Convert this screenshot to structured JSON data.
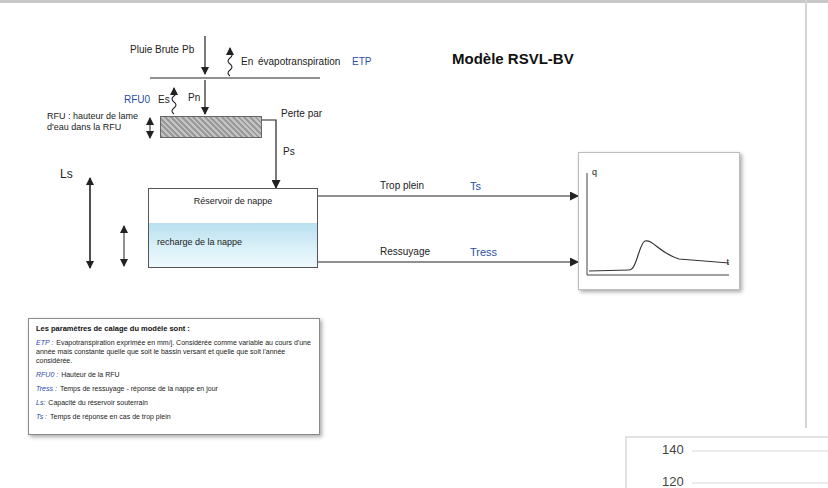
{
  "diagram": {
    "title": "Modèle RSVL-BV",
    "nodes": [
      {
        "text": [
          "RFU : hauteur de lame d'eau dans la RFU"
        ]
      },
      {
        "text": [
          "Réservoir de nappe",
          "recharge de la nappe"
        ]
      },
      {
        "text": [
          "q",
          "t"
        ]
      },
      {
        "text": [
          "Les paramètres de calage du modèle sont :",
          "ETP :",
          "Evapotranspiration exprimée en mm/j. Considérée comme variable au cours d'une année mais constante quelle que soit le bassin versant et quelle que soit l'année considérée.",
          "RFU0 :",
          "Hauteur de la RFU",
          "Tress :",
          "Temps de ressuyage - réponse de la nappe en jour",
          "Ls:",
          "Capacité du réservoir souterrain",
          "Ts :",
          "Temps de réponse en cas de trop plein"
        ]
      }
    ],
    "edges": [
      {
        "from": 0,
        "to": 1,
        "label": "Ps",
        "arrow": "to"
      },
      {
        "from": 1,
        "to": 2,
        "label": "Trop plein",
        "arrow": "to"
      },
      {
        "from": 1,
        "to": 2,
        "label": "Ressuyage",
        "arrow": "to"
      }
    ],
    "labels": [
      "Pluie Brute",
      "Pb",
      "En",
      "évapotranspiration",
      "ETP",
      "RFU0",
      "Es",
      "Pn",
      "Perte par",
      "Ts",
      "Tress",
      "Ls",
      "140",
      "120"
    ]
  }
}
